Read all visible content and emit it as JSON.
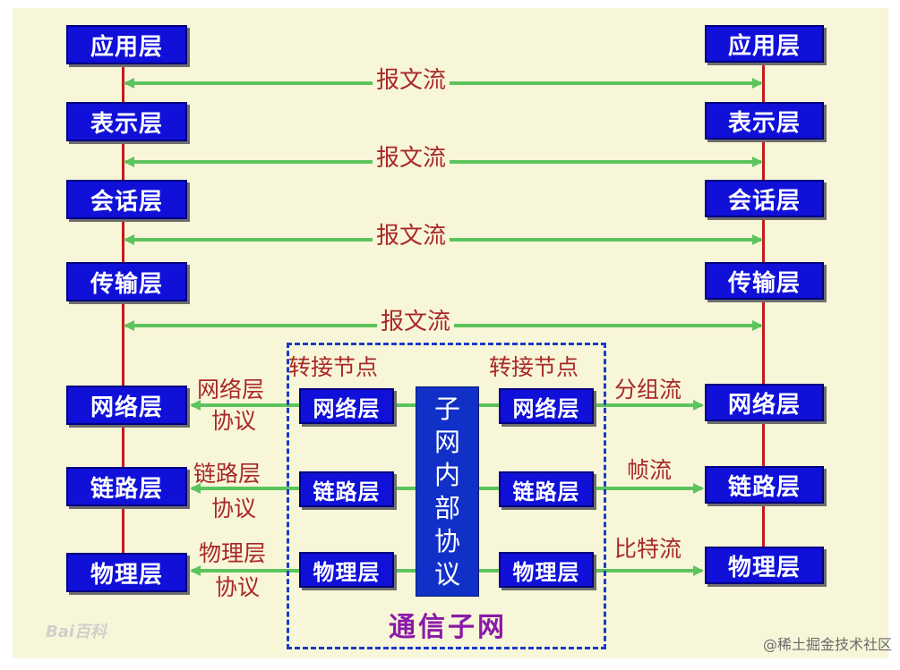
{
  "end_system_left": {
    "layers": [
      "应用层",
      "表示层",
      "会话层",
      "传输层",
      "网络层",
      "链路层",
      "物理层"
    ]
  },
  "end_system_right": {
    "layers": [
      "应用层",
      "表示层",
      "会话层",
      "传输层",
      "网络层",
      "链路层",
      "物理层"
    ]
  },
  "peer_flows": {
    "labels": [
      "报文流",
      "报文流",
      "报文流",
      "报文流"
    ]
  },
  "relay_nodes": {
    "left_title": "转接节点",
    "right_title": "转接节点",
    "left_layers": [
      "网络层",
      "链路层",
      "物理层"
    ],
    "right_layers": [
      "网络层",
      "链路层",
      "物理层"
    ]
  },
  "left_protocols": [
    {
      "line1": "网络层",
      "line2": "协议"
    },
    {
      "line1": "链路层",
      "line2": "协议"
    },
    {
      "line1": "物理层",
      "line2": "协议"
    }
  ],
  "right_flows": [
    "分组流",
    "帧流",
    "比特流"
  ],
  "subnet_protocol": {
    "chars": [
      "子",
      "网",
      "内",
      "部",
      "协",
      "议"
    ]
  },
  "subnet_title": "通信子网",
  "watermark": "@稀土掘金技术社区",
  "baidu_mark": "Bai百科",
  "colors": {
    "background": "#f8f6d9",
    "box_fill": "#1010d8",
    "vertical_line": "#c51a1a",
    "arrow": "#5cc45c",
    "label_text": "#a82828",
    "subnet_border": "#1a3cc8",
    "subnet_title": "#8a1aa8"
  }
}
